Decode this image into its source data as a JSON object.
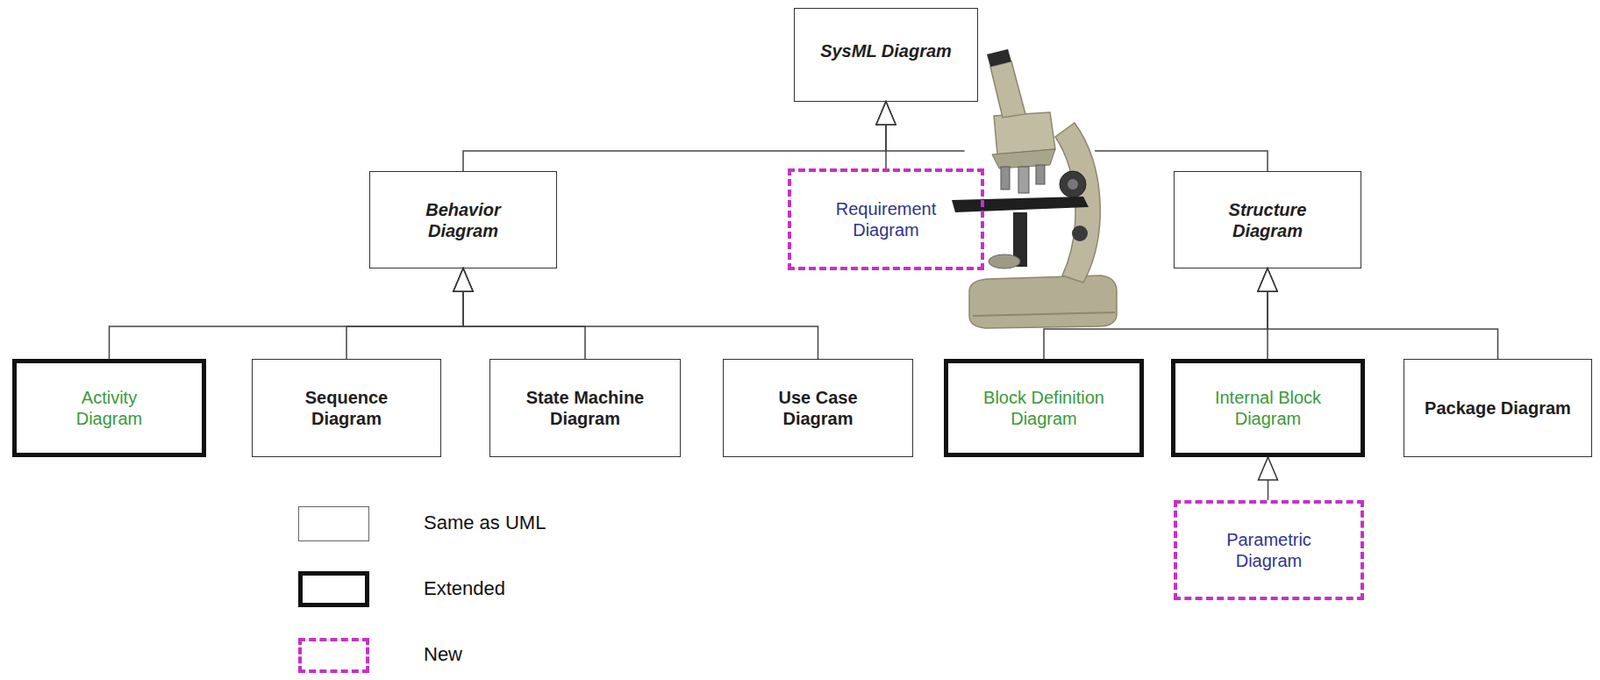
{
  "diagram": {
    "nodes": [
      {
        "text": [
          "SysML Diagram"
        ]
      },
      {
        "text": [
          "Behavior Diagram"
        ]
      },
      {
        "text": [
          "Requirement Diagram"
        ]
      },
      {
        "text": [
          "Structure Diagram"
        ]
      },
      {
        "text": [
          "Activity Diagram"
        ]
      },
      {
        "text": [
          "Sequence Diagram"
        ]
      },
      {
        "text": [
          "State Machine Diagram"
        ]
      },
      {
        "text": [
          "Use Case Diagram"
        ]
      },
      {
        "text": [
          "Block Definition Diagram"
        ]
      },
      {
        "text": [
          "Internal Block Diagram"
        ]
      },
      {
        "text": [
          "Package Diagram"
        ]
      },
      {
        "text": [
          "Parametric Diagram"
        ]
      }
    ],
    "edges": [
      {
        "from": 1,
        "to": 0,
        "arrow": "to"
      },
      {
        "from": 2,
        "to": 0,
        "arrow": "to"
      },
      {
        "from": 3,
        "to": 0,
        "arrow": "to"
      },
      {
        "from": 4,
        "to": 1,
        "arrow": "to"
      },
      {
        "from": 5,
        "to": 1,
        "arrow": "to"
      },
      {
        "from": 6,
        "to": 1,
        "arrow": "to"
      },
      {
        "from": 7,
        "to": 1,
        "arrow": "to"
      },
      {
        "from": 8,
        "to": 3,
        "arrow": "to"
      },
      {
        "from": 9,
        "to": 3,
        "arrow": "to"
      },
      {
        "from": 10,
        "to": 3,
        "arrow": "to"
      },
      {
        "from": 11,
        "to": 9,
        "arrow": "to"
      }
    ],
    "legend": [
      {
        "text": "Same as UML"
      },
      {
        "text": "Extended"
      },
      {
        "text": "New"
      }
    ]
  }
}
